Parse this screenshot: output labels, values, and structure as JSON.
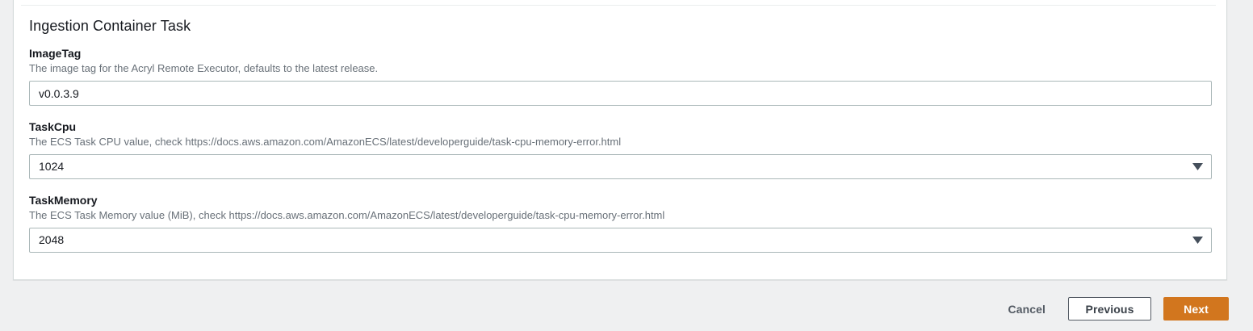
{
  "card": {
    "section_title": "Ingestion Container Task",
    "fields": [
      {
        "label": "ImageTag",
        "description": "The image tag for the Acryl Remote Executor, defaults to the latest release.",
        "type": "text",
        "value": "v0.0.3.9",
        "placeholder": ""
      },
      {
        "label": "TaskCpu",
        "description": "The ECS Task CPU value, check https://docs.aws.amazon.com/AmazonECS/latest/developerguide/task-cpu-memory-error.html",
        "type": "select",
        "value": "1024",
        "arrow_icon": "chevron-down-icon"
      },
      {
        "label": "TaskMemory",
        "description": "The ECS Task Memory value (MiB), check https://docs.aws.amazon.com/AmazonECS/latest/developerguide/task-cpu-memory-error.html",
        "type": "select",
        "value": "2048",
        "arrow_icon": "chevron-down-icon"
      }
    ]
  },
  "footer": {
    "cancel_label": "Cancel",
    "previous_label": "Previous",
    "next_label": "Next"
  },
  "colors": {
    "primary_button": "#d2761e",
    "page_background": "#eff0f1",
    "card_background": "#ffffff",
    "border": "#aab7b8",
    "label_text": "#16191f",
    "description_text": "#687078"
  }
}
